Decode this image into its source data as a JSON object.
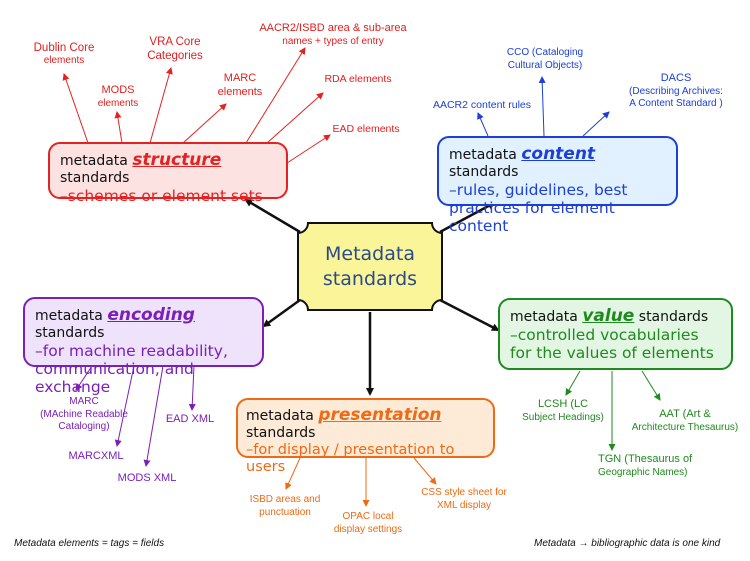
{
  "center": {
    "line1": "Metadata",
    "line2": "standards"
  },
  "boxes": {
    "structure": {
      "prefix": "metadata ",
      "keyword": "structure",
      "suffix": " standards",
      "line2": "–schemes or element sets"
    },
    "content": {
      "prefix": "metadata ",
      "keyword": "content",
      "suffix": " standards",
      "line2": "–rules, guidelines, best",
      "line3": "practices for element content"
    },
    "encoding": {
      "prefix": "metadata ",
      "keyword": "encoding",
      "suffix": " standards",
      "line2": "–for machine readability,",
      "line3": "communication, and exchange"
    },
    "value": {
      "prefix": "metadata ",
      "keyword": "value",
      "suffix": " standards",
      "line2": "–controlled vocabularies",
      "line3": "for the values of elements"
    },
    "presentation": {
      "prefix": "metadata ",
      "keyword": "presentation",
      "suffix": " standards",
      "line2": "–for display / presentation to users"
    }
  },
  "labels": {
    "dublin_core": [
      "Dublin Core",
      "elements"
    ],
    "mods": [
      "MODS",
      "elements"
    ],
    "vra": [
      "VRA Core",
      "Categories"
    ],
    "marc": [
      "MARC",
      "elements"
    ],
    "aacr2_isbd": [
      "AACR2/ISBD area & sub-area",
      "names + types of entry"
    ],
    "rda": [
      "RDA elements"
    ],
    "ead": [
      "EAD elements"
    ],
    "aacr2_content": [
      "AACR2 content rules"
    ],
    "cco": [
      "CCO (Cataloging",
      "Cultural Objects)"
    ],
    "dacs": [
      "DACS",
      "(Describing Archives:",
      "A Content Standard )"
    ],
    "marc_enc": [
      "MARC",
      "(MAchine Readable",
      "Cataloging)"
    ],
    "marcxml": [
      "MARCXML"
    ],
    "mods_xml": [
      "MODS XML"
    ],
    "ead_xml": [
      "EAD XML"
    ],
    "lcsh": [
      "LCSH (LC",
      "Subject Headings)"
    ],
    "tgn": [
      "TGN (Thesaurus of",
      "Geographic Names)"
    ],
    "aat": [
      "AAT (Art &",
      "Architecture Thesaurus)"
    ],
    "isbd_areas": [
      "ISBD areas and",
      "punctuation"
    ],
    "opac": [
      "OPAC local",
      "display settings"
    ],
    "css": [
      "CSS style sheet for",
      "XML display"
    ]
  },
  "footer": {
    "left": "Metadata elements = tags = fields",
    "right": "Metadata → bibliographic data is one kind"
  },
  "colors": {
    "structure": "#e52222",
    "content": "#1c3fd8",
    "encoding": "#7a1fb8",
    "value": "#1f8a1f",
    "presentation": "#ee6a14",
    "center_fill": "#fbf59a"
  }
}
